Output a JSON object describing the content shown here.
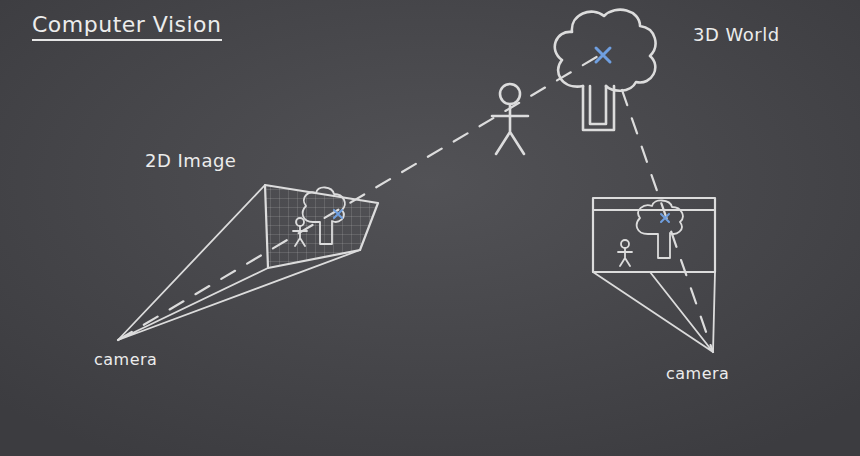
{
  "diagram": {
    "title": "Computer Vision",
    "labels": [
      "3D World",
      "2D Image",
      "camera",
      "camera"
    ]
  }
}
